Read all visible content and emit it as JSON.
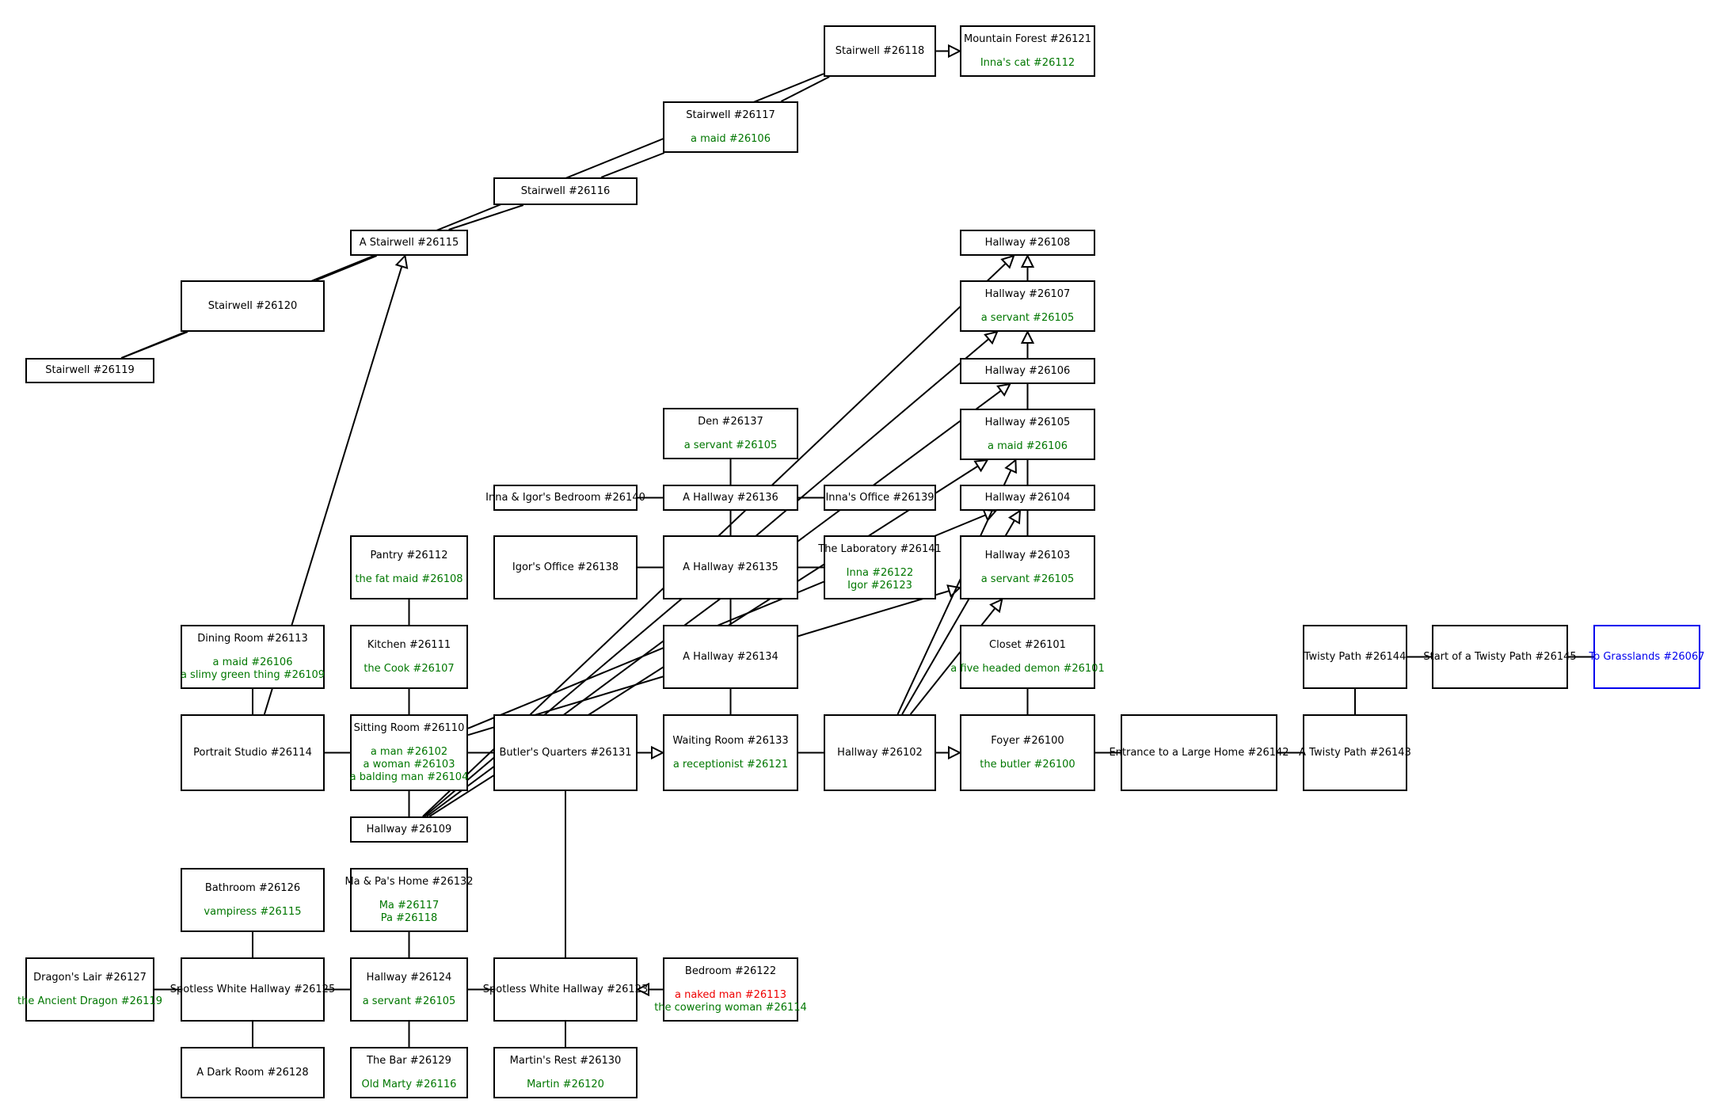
{
  "rooms": [
    {
      "key": "r26118",
      "name": "Stairwell #26118",
      "mobs": []
    },
    {
      "key": "r26121",
      "name": "Mountain Forest #26121",
      "mobs": [
        {
          "text": "Inna's cat #26112",
          "color": "green"
        }
      ]
    },
    {
      "key": "r26117",
      "name": "Stairwell #26117",
      "mobs": [
        {
          "text": "a maid #26106",
          "color": "green"
        }
      ]
    },
    {
      "key": "r26116",
      "name": "Stairwell #26116",
      "mobs": []
    },
    {
      "key": "r26115",
      "name": "A Stairwell #26115",
      "mobs": []
    },
    {
      "key": "r26120",
      "name": "Stairwell #26120",
      "mobs": []
    },
    {
      "key": "r26119",
      "name": "Stairwell #26119",
      "mobs": []
    },
    {
      "key": "r26108",
      "name": "Hallway #26108",
      "mobs": []
    },
    {
      "key": "r26107",
      "name": "Hallway #26107",
      "mobs": [
        {
          "text": "a servant #26105",
          "color": "green"
        }
      ]
    },
    {
      "key": "r26106",
      "name": "Hallway #26106",
      "mobs": []
    },
    {
      "key": "r26105",
      "name": "Hallway #26105",
      "mobs": [
        {
          "text": "a maid #26106",
          "color": "green"
        }
      ]
    },
    {
      "key": "r26104",
      "name": "Hallway #26104",
      "mobs": []
    },
    {
      "key": "r26103",
      "name": "Hallway #26103",
      "mobs": [
        {
          "text": "a servant #26105",
          "color": "green"
        }
      ]
    },
    {
      "key": "r26137",
      "name": "Den #26137",
      "mobs": [
        {
          "text": "a servant #26105",
          "color": "green"
        }
      ]
    },
    {
      "key": "r26140",
      "name": "Inna & Igor's Bedroom #26140",
      "mobs": []
    },
    {
      "key": "r26136",
      "name": "A Hallway #26136",
      "mobs": []
    },
    {
      "key": "r26139",
      "name": "Inna's Office #26139",
      "mobs": []
    },
    {
      "key": "r26112",
      "name": "Pantry #26112",
      "mobs": [
        {
          "text": "the fat maid #26108",
          "color": "green"
        }
      ]
    },
    {
      "key": "r26138",
      "name": "Igor's Office #26138",
      "mobs": []
    },
    {
      "key": "r26135",
      "name": "A Hallway #26135",
      "mobs": []
    },
    {
      "key": "r26141",
      "name": "The Laboratory #26141",
      "mobs": [
        {
          "text": "Inna #26122",
          "color": "green"
        },
        {
          "text": "Igor #26123",
          "color": "green"
        }
      ]
    },
    {
      "key": "r26113",
      "name": "Dining Room #26113",
      "mobs": [
        {
          "text": "a maid #26106",
          "color": "green"
        },
        {
          "text": "a slimy green thing #26109",
          "color": "green"
        }
      ]
    },
    {
      "key": "r26111",
      "name": "Kitchen #26111",
      "mobs": [
        {
          "text": "the Cook #26107",
          "color": "green"
        }
      ]
    },
    {
      "key": "r26134",
      "name": "A Hallway #26134",
      "mobs": []
    },
    {
      "key": "r26101",
      "name": "Closet #26101",
      "mobs": [
        {
          "text": "a five headed demon #26101",
          "color": "green"
        }
      ]
    },
    {
      "key": "r26144",
      "name": "Twisty Path #26144",
      "mobs": []
    },
    {
      "key": "r26145",
      "name": "Start of a Twisty Path #26145",
      "mobs": []
    },
    {
      "key": "r26067",
      "name": "To Grasslands #26067",
      "mobs": [],
      "exit": true
    },
    {
      "key": "r26114",
      "name": "Portrait Studio #26114",
      "mobs": []
    },
    {
      "key": "r26110",
      "name": "Sitting Room #26110",
      "mobs": [
        {
          "text": "a man #26102",
          "color": "green"
        },
        {
          "text": "a woman #26103",
          "color": "green"
        },
        {
          "text": "a balding man #26104",
          "color": "green"
        }
      ]
    },
    {
      "key": "r26131",
      "name": "Butler's Quarters #26131",
      "mobs": []
    },
    {
      "key": "r26133",
      "name": "Waiting Room #26133",
      "mobs": [
        {
          "text": "a receptionist #26121",
          "color": "green"
        }
      ]
    },
    {
      "key": "r26102",
      "name": "Hallway #26102",
      "mobs": []
    },
    {
      "key": "r26100",
      "name": "Foyer #26100",
      "mobs": [
        {
          "text": "the butler #26100",
          "color": "green"
        }
      ]
    },
    {
      "key": "r26142",
      "name": "Entrance to a Large Home #26142",
      "mobs": []
    },
    {
      "key": "r26143",
      "name": "A Twisty Path #26143",
      "mobs": []
    },
    {
      "key": "r26109",
      "name": "Hallway #26109",
      "mobs": []
    },
    {
      "key": "r26126",
      "name": "Bathroom #26126",
      "mobs": [
        {
          "text": "vampiress #26115",
          "color": "green"
        }
      ]
    },
    {
      "key": "r26132",
      "name": "Ma & Pa's Home #26132",
      "mobs": [
        {
          "text": "Ma #26117",
          "color": "green"
        },
        {
          "text": "Pa #26118",
          "color": "green"
        }
      ]
    },
    {
      "key": "r26127",
      "name": "Dragon's Lair #26127",
      "mobs": [
        {
          "text": "the Ancient Dragon #26119",
          "color": "green"
        }
      ]
    },
    {
      "key": "r26125",
      "name": "Spotless White Hallway #26125",
      "mobs": []
    },
    {
      "key": "r26124",
      "name": "Hallway #26124",
      "mobs": [
        {
          "text": "a servant #26105",
          "color": "green"
        }
      ]
    },
    {
      "key": "r26123",
      "name": "Spotless White Hallway #26123",
      "mobs": []
    },
    {
      "key": "r26122",
      "name": "Bedroom #26122",
      "mobs": [
        {
          "text": "a naked man #26113",
          "color": "red"
        },
        {
          "text": "the cowering woman #26114",
          "color": "green"
        }
      ]
    },
    {
      "key": "r26128",
      "name": "A Dark Room #26128",
      "mobs": []
    },
    {
      "key": "r26129",
      "name": "The Bar #26129",
      "mobs": [
        {
          "text": "Old Marty #26116",
          "color": "green"
        }
      ]
    },
    {
      "key": "r26130",
      "name": "Martin's Rest #26130",
      "mobs": [
        {
          "text": "Martin #26120",
          "color": "green"
        }
      ]
    }
  ],
  "links": [
    [
      "r26119",
      "r26120"
    ],
    [
      "r26120",
      "r26115"
    ],
    [
      "r26115",
      "r26116"
    ],
    [
      "r26116",
      "r26117"
    ],
    [
      "r26117",
      "r26118"
    ],
    [
      "r26118",
      "r26121",
      "arrow"
    ],
    [
      "r26119",
      "r26118"
    ],
    [
      "r26108",
      "r26107"
    ],
    [
      "r26107",
      "r26106"
    ],
    [
      "r26106",
      "r26105"
    ],
    [
      "r26105",
      "r26104"
    ],
    [
      "r26104",
      "r26103"
    ],
    [
      "r26137",
      "r26136"
    ],
    [
      "r26140",
      "r26136"
    ],
    [
      "r26136",
      "r26139"
    ],
    [
      "r26136",
      "r26135"
    ],
    [
      "r26138",
      "r26135"
    ],
    [
      "r26135",
      "r26141"
    ],
    [
      "r26135",
      "r26134"
    ],
    [
      "r26134",
      "r26133"
    ],
    [
      "r26112",
      "r26111"
    ],
    [
      "r26111",
      "r26110"
    ],
    [
      "r26113",
      "r26114"
    ],
    [
      "r26114",
      "r26110"
    ],
    [
      "r26101",
      "r26100"
    ],
    [
      "r26100",
      "r26142"
    ],
    [
      "r26142",
      "r26143"
    ],
    [
      "r26143",
      "r26144"
    ],
    [
      "r26144",
      "r26145"
    ],
    [
      "r26145",
      "r26067"
    ],
    [
      "r26110",
      "r26131"
    ],
    [
      "r26131",
      "r26133",
      "arrow"
    ],
    [
      "r26133",
      "r26102"
    ],
    [
      "r26102",
      "r26100",
      "arrow"
    ],
    [
      "r26131",
      "r26123"
    ],
    [
      "r26109",
      "r26110"
    ],
    [
      "r26126",
      "r26125"
    ],
    [
      "r26132",
      "r26124"
    ],
    [
      "r26127",
      "r26125"
    ],
    [
      "r26125",
      "r26124"
    ],
    [
      "r26124",
      "r26123"
    ],
    [
      "r26122",
      "r26123",
      "arrow"
    ],
    [
      "r26125",
      "r26128"
    ],
    [
      "r26124",
      "r26129"
    ],
    [
      "r26123",
      "r26130"
    ],
    [
      "r26114",
      "r26115",
      "arrow"
    ],
    [
      "r26109",
      "r26108",
      "arrow"
    ],
    [
      "r26109",
      "r26107",
      "arrow"
    ],
    [
      "r26109",
      "r26106",
      "arrow"
    ],
    [
      "r26109",
      "r26105",
      "arrow"
    ],
    [
      "r26110",
      "r26104",
      "arrow"
    ],
    [
      "r26110",
      "r26103",
      "arrow"
    ],
    [
      "r26102",
      "r26103",
      "arrow"
    ],
    [
      "r26102",
      "r26104",
      "arrow"
    ],
    [
      "r26102",
      "r26105",
      "arrow"
    ],
    [
      "r26103",
      "r26108",
      "arrow"
    ],
    [
      "r26105",
      "r26107",
      "arrow"
    ]
  ]
}
